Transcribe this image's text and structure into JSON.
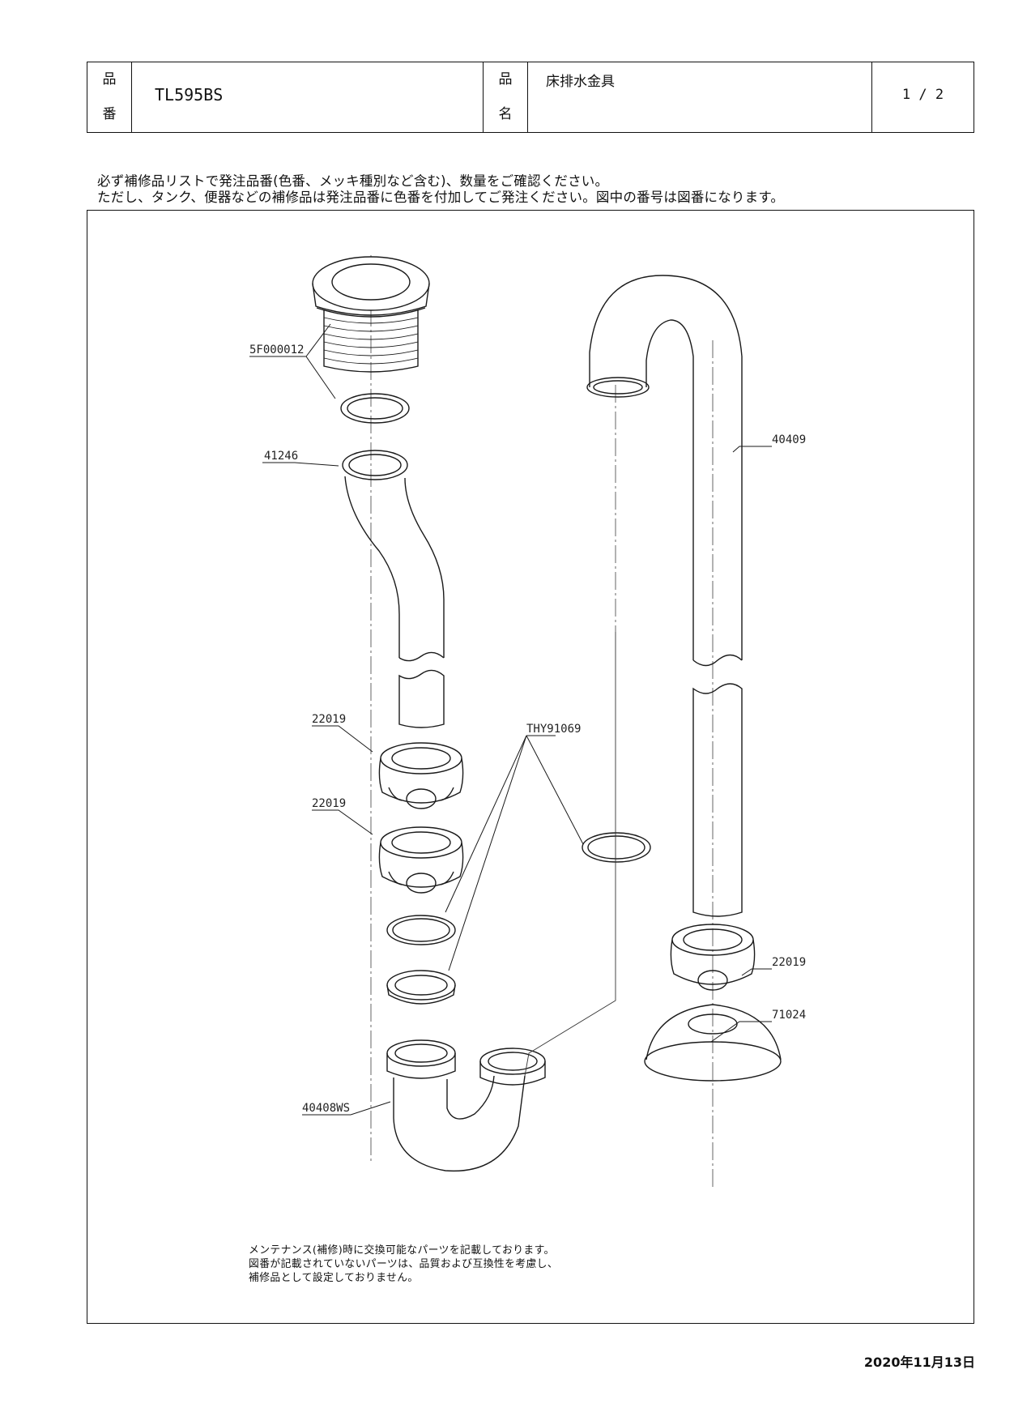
{
  "header": {
    "product_code_label_top": "品",
    "product_code_label_bottom": "番",
    "product_code": "TL595BS",
    "product_name_label_top": "品",
    "product_name_label_bottom": "名",
    "product_name": "床排水金具",
    "page": "1 / 2"
  },
  "notice": {
    "line1": "必ず補修品リストで発注品番(色番、メッキ種別など含む)、数量をご確認ください。",
    "line2": "ただし、タンク、便器などの補修品は発注品番に色番を付加してご発注ください。図中の番号は図番になります。"
  },
  "parts": {
    "flange_5f000012": "5F000012",
    "tube_41246": "41246",
    "nut_22019_a": "22019",
    "nut_22019_b": "22019",
    "packing_thy91069": "THY91069",
    "pipe_40409": "40409",
    "nut_22019_c": "22019",
    "cover_71024": "71024",
    "trap_40408ws": "40408WS"
  },
  "footnote": {
    "line1": "メンテナンス(補修)時に交換可能なパーツを記載しております。",
    "line2": "図番が記載されていないパーツは、品質および互換性を考慮し、",
    "line3": "補修品として設定しておりません。"
  },
  "date": "2020年11月13日"
}
